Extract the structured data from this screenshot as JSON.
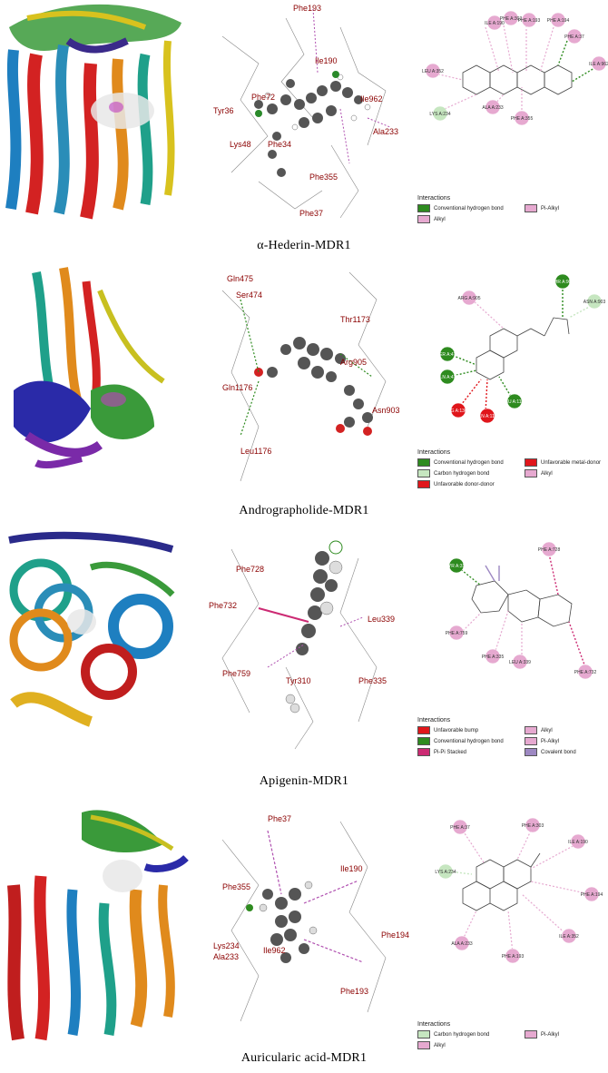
{
  "legend_title": "Interactions",
  "colors": {
    "conventional_hbond": "#2e8b1f",
    "carbon_hbond": "#c6e6c0",
    "alkyl": "#e6a9d0",
    "pi_alkyl": "#e6a9d0",
    "unfavorable": "#e0161b",
    "pi_pi_stacked": "#cc2a73",
    "covalent": "#9d88c2"
  },
  "panels": [
    {
      "caption": "α-Hederin-MDR1",
      "ligand_labels": [
        "Phe193",
        "Ile190",
        "Phe72",
        "Tyr36",
        "Lys48",
        "Phe34",
        "Ile962",
        "Ala233",
        "Phe355",
        "Phe37"
      ],
      "map_labels": [
        "ILE A:190",
        "PHE A:303",
        "PHE A:193",
        "PHE A:194",
        "LEU A:352",
        "LYS A:234",
        "ALA A:233",
        "PHE A:355",
        "PHE A:37",
        "ILE A:962"
      ],
      "legend": [
        {
          "label": "Conventional hydrogen bond",
          "swatch": "conventional_hbond"
        },
        {
          "label": "Pi-Alkyl",
          "swatch": "pi_alkyl"
        },
        {
          "label": "Alkyl",
          "swatch": "alkyl"
        }
      ]
    },
    {
      "caption": "Andrographolide-MDR1",
      "ligand_labels": [
        "Gln475",
        "Ser474",
        "Thr1173",
        "Arg905",
        "Asn903",
        "Gln1176",
        "Leu1176"
      ],
      "map_labels": [
        "ARG A:905",
        "THR A:906",
        "ASN A:903",
        "SER A:474",
        "GLN A:475",
        "MG A:1301",
        "GLN A:1176",
        "LEU A:1176"
      ],
      "legend": [
        {
          "label": "Conventional hydrogen bond",
          "swatch": "conventional_hbond"
        },
        {
          "label": "Unfavorable metal-donor",
          "swatch": "unfavorable"
        },
        {
          "label": "Carbon hydrogen bond",
          "swatch": "carbon_hbond"
        },
        {
          "label": "Alkyl",
          "swatch": "alkyl"
        },
        {
          "label": "Unfavorable donor-donor",
          "swatch": "unfavorable"
        }
      ]
    },
    {
      "caption": "Apigenin-MDR1",
      "ligand_labels": [
        "Phe728",
        "Phe732",
        "Leu339",
        "Phe759",
        "Phe335",
        "Tyr310"
      ],
      "map_labels": [
        "TYR A:310",
        "PHE A:728",
        "PHE A:759",
        "PHE A:335",
        "LEU A:339",
        "PHE A:732"
      ],
      "legend": [
        {
          "label": "Unfavorable bump",
          "swatch": "unfavorable"
        },
        {
          "label": "Alkyl",
          "swatch": "alkyl"
        },
        {
          "label": "Conventional hydrogen bond",
          "swatch": "conventional_hbond"
        },
        {
          "label": "Pi-Alkyl",
          "swatch": "pi_alkyl"
        },
        {
          "label": "Pi-Pi Stacked",
          "swatch": "pi_pi_stacked"
        },
        {
          "label": "Covalent bond",
          "swatch": "covalent"
        }
      ]
    },
    {
      "caption": "Auricularic acid-MDR1",
      "ligand_labels": [
        "Phe37",
        "Ile190",
        "Phe355",
        "Phe194",
        "Lys234",
        "Ala233",
        "Ile962",
        "Phe193"
      ],
      "map_labels": [
        "PHE A:37",
        "PHE A:303",
        "ILE A:190",
        "LYS A:234",
        "PHE A:194",
        "ILE A:352",
        "ALA A:233",
        "PHE A:193"
      ],
      "legend": [
        {
          "label": "Carbon hydrogen bond",
          "swatch": "carbon_hbond"
        },
        {
          "label": "Pi-Alkyl",
          "swatch": "pi_alkyl"
        },
        {
          "label": "Alkyl",
          "swatch": "alkyl"
        }
      ]
    }
  ]
}
